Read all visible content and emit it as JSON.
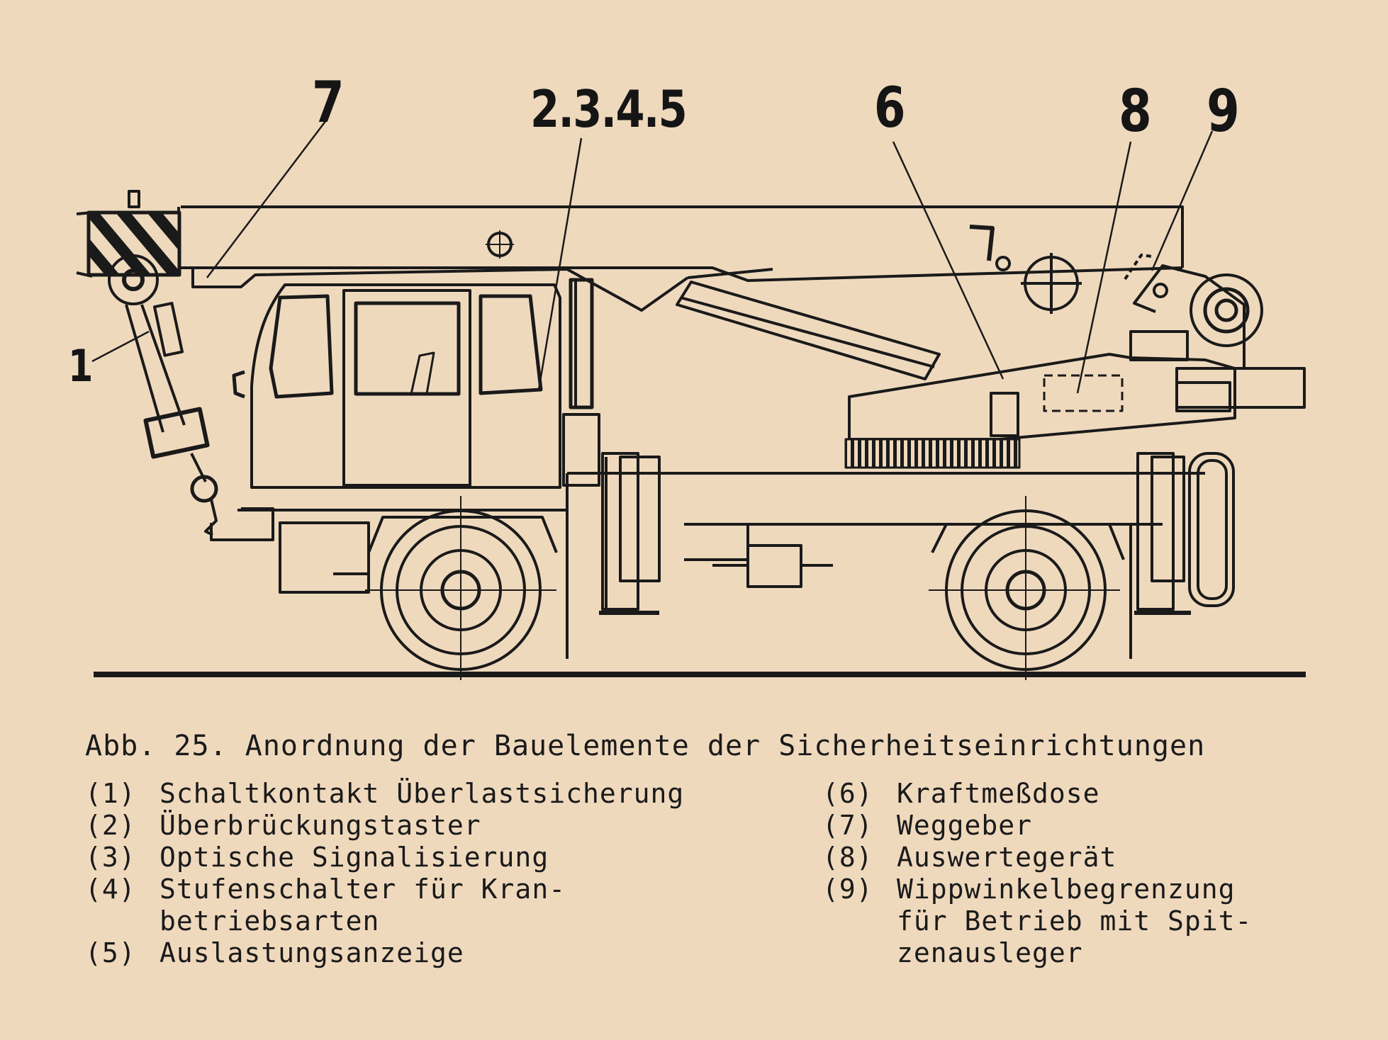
{
  "callouts": {
    "n7": "7",
    "n2345": "2.3.4.5",
    "n6": "6",
    "n8": "8",
    "n9": "9",
    "n1": "1"
  },
  "caption": "Abb. 25.  Anordnung der Bauelemente der Sicherheitseinrichtungen",
  "legend_left": [
    {
      "num": "(1)",
      "text": "Schaltkontakt Überlastsicherung"
    },
    {
      "num": "(2)",
      "text": "Überbrückungstaster"
    },
    {
      "num": "(3)",
      "text": "Optische Signalisierung"
    },
    {
      "num": "(4)",
      "text": "Stufenschalter für Kran-\nbetriebsarten"
    },
    {
      "num": "(5)",
      "text": "Auslastungsanzeige"
    }
  ],
  "legend_right": [
    {
      "num": "(6)",
      "text": "Kraftmeßdose"
    },
    {
      "num": "(7)",
      "text": "Weggeber"
    },
    {
      "num": "(8)",
      "text": "Auswertegerät"
    },
    {
      "num": "(9)",
      "text": "Wippwinkelbegrenzung\nfür Betrieb mit Spit-\nzenausleger"
    }
  ],
  "colors": {
    "paper": "#efd9bd",
    "ink": "#1a1a1a"
  }
}
